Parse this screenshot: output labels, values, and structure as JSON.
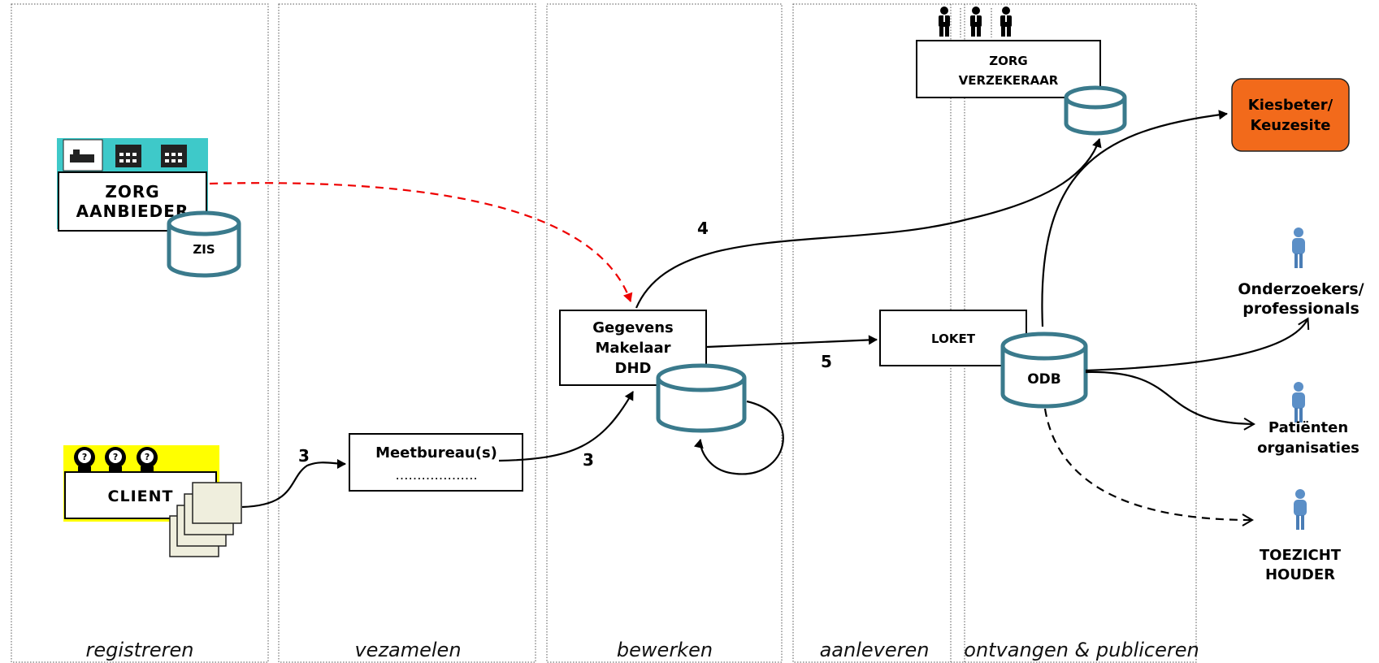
{
  "lanes": [
    {
      "label": "registreren"
    },
    {
      "label": "vezamelen"
    },
    {
      "label": "bewerken"
    },
    {
      "label": "aanleveren"
    },
    {
      "label": "ontvangen & publiceren"
    }
  ],
  "nodes": {
    "zorg_aanbieder": {
      "line1": "ZORG",
      "line2": "AANBIEDER",
      "db": "ZIS"
    },
    "client": {
      "label": "CLIENT"
    },
    "meetbureau": {
      "line1": "Meetbureau(s)",
      "line2": "………………."
    },
    "gegevens_makelaar": {
      "line1": "Gegevens",
      "line2": "Makelaar",
      "line3": "DHD"
    },
    "zorg_verzekeraar": {
      "line1": "ZORG",
      "line2": "VERZEKERAAR"
    },
    "loket": {
      "label": "LOKET"
    },
    "odb": {
      "label": "ODB"
    },
    "kiesbeter": {
      "line1": "Kiesbeter/",
      "line2": "Keuzesite",
      "color": "#f26a1b"
    }
  },
  "recipients": [
    {
      "line1": "Onderzoekers/",
      "line2": "professionals"
    },
    {
      "line1": "Patiënten",
      "line2": "organisaties"
    },
    {
      "line1": "TOEZICHT",
      "line2": "HOUDER"
    }
  ],
  "flow_labels": {
    "client_to_meet": "3",
    "meet_to_dhd": "3",
    "dhd_to_verzekeraar": "4",
    "dhd_to_loket": "5"
  },
  "colors": {
    "cylinder": "#3a7a8c",
    "hospital_band": "#3ec9c9",
    "client_band": "#ffff00",
    "person": "#5b8fc7"
  }
}
